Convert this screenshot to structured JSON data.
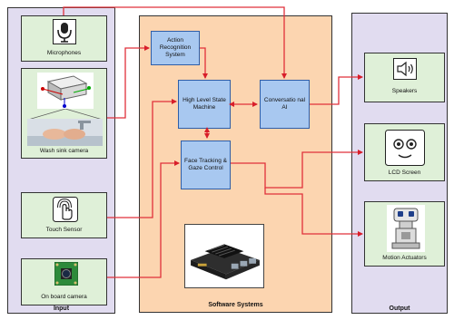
{
  "columns": {
    "input": {
      "label": "Input",
      "color": "#e1dcf0"
    },
    "software": {
      "label": "Software Systems",
      "color": "#fcd5b0"
    },
    "output": {
      "label": "Output",
      "color": "#e1dcf0"
    }
  },
  "inputs": {
    "microphones": {
      "label": "Microphones",
      "icon": "microphone-icon"
    },
    "wash_sink_camera": {
      "label": "Wash sink camera",
      "icon": "camera-icon"
    },
    "touch_sensor": {
      "label": "Touch Sensor",
      "icon": "touch-icon"
    },
    "on_board_camera": {
      "label": "On board camera",
      "icon": "camera-board-icon"
    }
  },
  "software": {
    "action_recognition": {
      "label": "Action Recognition System"
    },
    "state_machine": {
      "label": "High Level State Machine"
    },
    "conversational_ai": {
      "label": "Conversatio nal AI"
    },
    "face_tracking": {
      "label": "Face Tracking & Gaze Control"
    }
  },
  "outputs": {
    "speakers": {
      "label": "Speakers",
      "icon": "speaker-icon"
    },
    "lcd_screen": {
      "label": "LCD Screen",
      "icon": "face-icon"
    },
    "motion_actuators": {
      "label": "Motion Actuators",
      "icon": "robot-icon"
    }
  },
  "colors": {
    "wire": "#e0303a",
    "arrow": "#d81e2a",
    "box_green": "#dff0d8",
    "box_blue": "#a8c8f0"
  }
}
